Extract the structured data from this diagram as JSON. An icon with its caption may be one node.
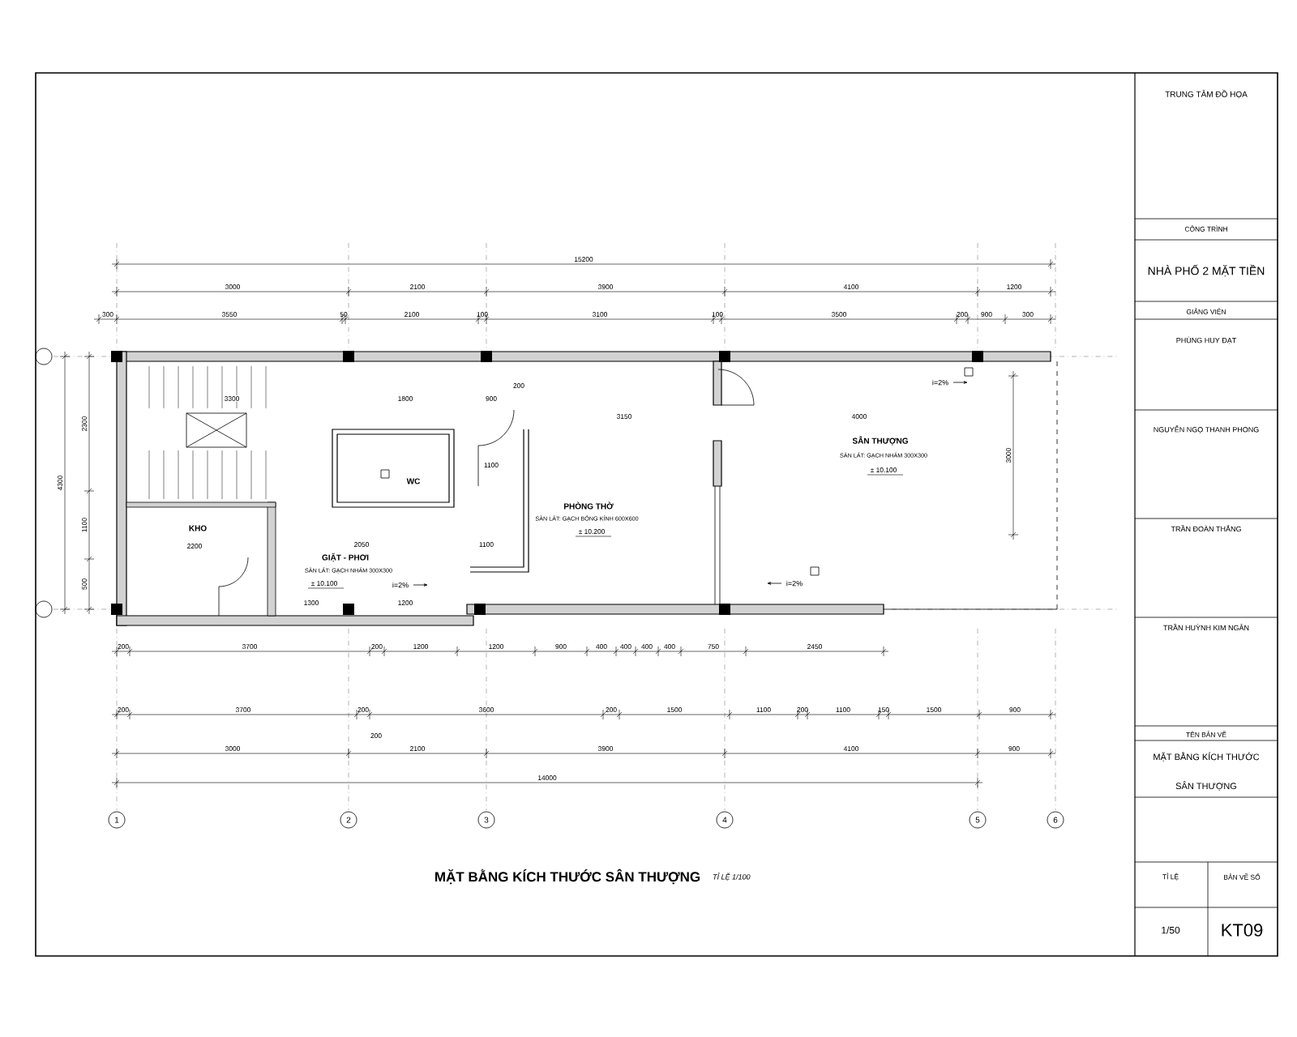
{
  "diagram": {
    "title": "MẶT BẰNG KÍCH THƯỚC SÂN THƯỢNG",
    "labels": [
      "15200",
      "3000",
      "2100",
      "3900",
      "4100",
      "1200",
      "300",
      "3550",
      "50",
      "2100",
      "100",
      "3100",
      "100",
      "3500",
      "200",
      "900",
      "300",
      "200",
      "3700",
      "200",
      "1200",
      "1200",
      "900",
      "400",
      "400",
      "400",
      "400",
      "750",
      "2450",
      "200",
      "3700",
      "200",
      "3600",
      "200",
      "1500",
      "1100",
      "200",
      "1100",
      "150",
      "1500",
      "900",
      "200",
      "3000",
      "2100",
      "3900",
      "4100",
      "900",
      "14000",
      "4300",
      "2300",
      "1100",
      "500",
      "3000",
      "3300",
      "1800",
      "900",
      "200",
      "2200",
      "2050",
      "1100",
      "1300",
      "1200",
      "1100",
      "3150",
      "4000",
      "i=2%",
      "i=2%",
      "i=2%",
      "KHO",
      "GIẶT - PHƠI",
      "SÀN LÁT: GẠCH NHÁM 300X300",
      "± 10.100",
      "WC",
      "PHÒNG THỜ",
      "SÀN LÁT: GẠCH BÓNG KÍNH 600X600",
      "± 10.200",
      "SÂN THƯỢNG",
      "SÀN LÁT: GẠCH NHÁM 300X300",
      "± 10.100",
      "1",
      "2",
      "3",
      "4",
      "5",
      "6",
      "TỈ LỆ 1/100",
      "TRUNG TÂM ĐỒ HỌA",
      "CÔNG TRÌNH",
      "NHÀ PHỐ 2 MẶT TIỀN",
      "GIẢNG VIÊN",
      "PHÙNG HUY ĐẠT",
      "NGUYỄN NGỌ THANH PHONG",
      "TRẦN ĐOÀN THẮNG",
      "TRẦN HUỲNH KIM NGÂN",
      "TÊN BẢN VẼ",
      "MẶT BẰNG KÍCH THƯỚC",
      "SÂN THƯỢNG",
      "TỈ LỆ",
      "BẢN VẼ SỐ",
      "1/50",
      "KT09"
    ]
  }
}
